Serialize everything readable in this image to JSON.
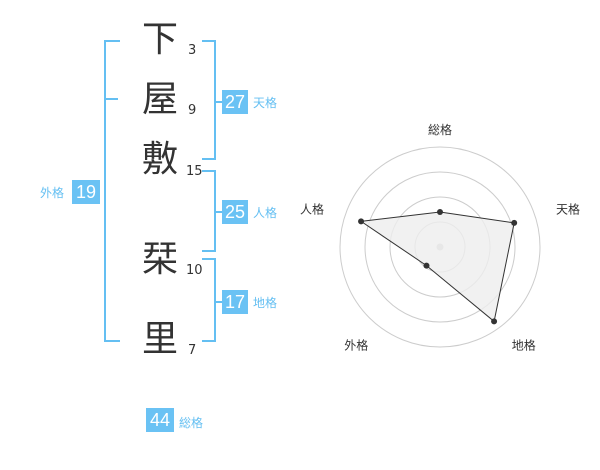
{
  "name_chars": [
    {
      "char": "下",
      "strokes": "3"
    },
    {
      "char": "屋",
      "strokes": "9"
    },
    {
      "char": "敷",
      "strokes": "15"
    },
    {
      "char": "栞",
      "strokes": "10"
    },
    {
      "char": "里",
      "strokes": "7"
    }
  ],
  "fortune": {
    "tenkaku": {
      "value": "27",
      "label": "天格"
    },
    "jinkaku": {
      "value": "25",
      "label": "人格"
    },
    "chikaku": {
      "value": "17",
      "label": "地格"
    },
    "gaikaku": {
      "value": "19",
      "label": "外格"
    },
    "soukaku": {
      "value": "44",
      "label": "総格"
    }
  },
  "chart_data": {
    "type": "radar",
    "axes": [
      "総格",
      "天格",
      "地格",
      "外格",
      "人格"
    ],
    "values": [
      0.35,
      0.78,
      0.92,
      0.23,
      0.83
    ],
    "range": [
      0,
      1
    ],
    "rings": 4,
    "colors": {
      "fill": "#eeeeee",
      "line": "#333333",
      "grid": "#cccccc",
      "point": "#333333"
    }
  },
  "colors": {
    "accent": "#6ac2f4"
  }
}
